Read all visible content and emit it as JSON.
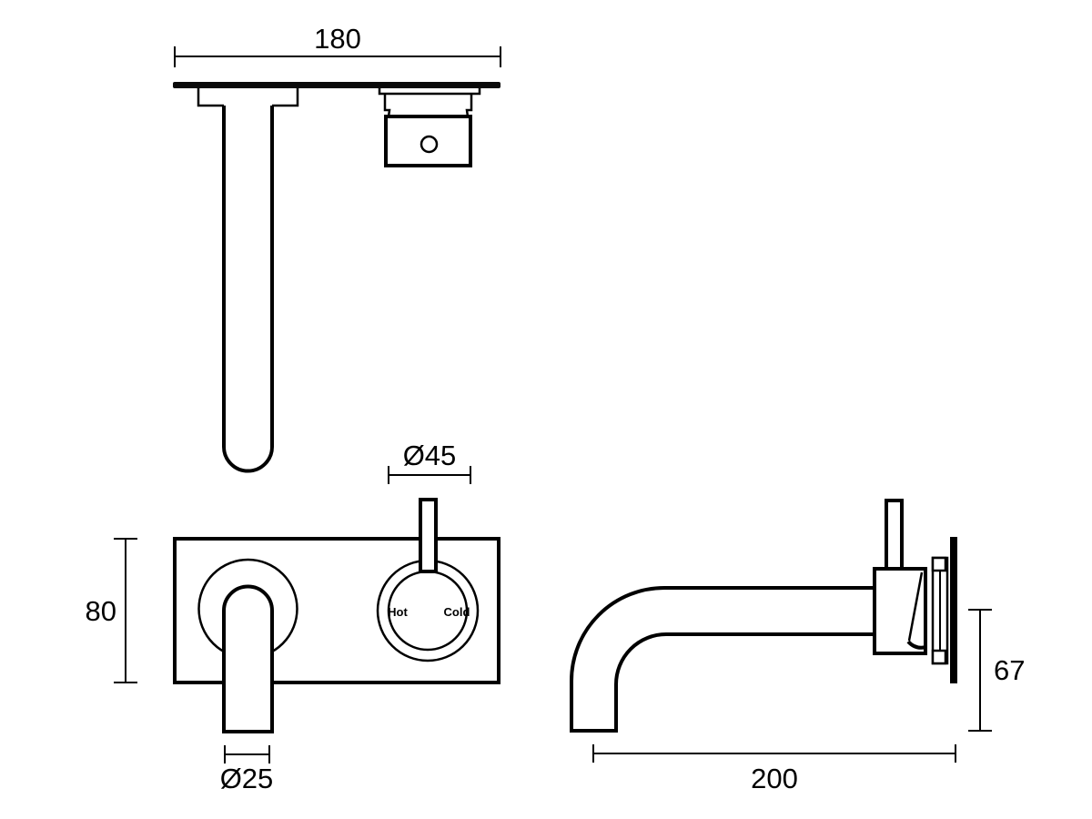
{
  "drawing": {
    "background": "#ffffff",
    "line_color": "#000000",
    "views": {
      "top": {
        "name": "top-view",
        "dims": {
          "plate_width": "180"
        }
      },
      "front": {
        "name": "front-view",
        "dims": {
          "plate_height": "80",
          "handle_diameter": "Ø45",
          "spout_diameter": "Ø25"
        },
        "handle_labels": {
          "hot": "Hot",
          "cold": "Cold"
        }
      },
      "side": {
        "name": "side-view",
        "dims": {
          "spout_projection": "200",
          "outlet_height": "67"
        }
      }
    }
  }
}
